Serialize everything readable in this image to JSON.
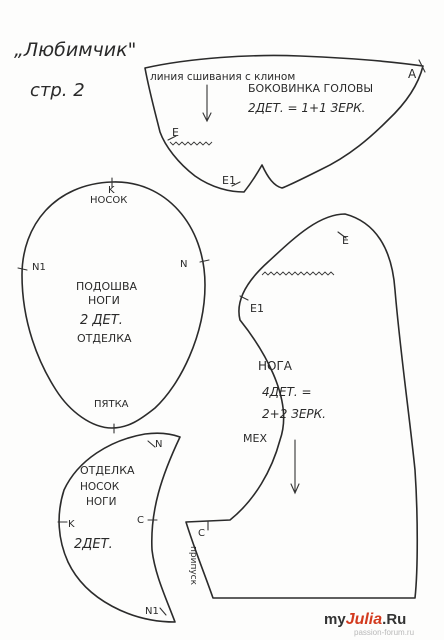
{
  "sheet": {
    "title": "„Любимчик\"",
    "page": "стр. 2"
  },
  "head_side": {
    "seam_line": "линия сшивания с клином",
    "name": "БОКОВИНКА ГОЛОВЫ",
    "count": "2ДЕТ. = 1+1 ЗЕРК.",
    "mark_a": "A",
    "mark_e": "E",
    "mark_e1": "E1"
  },
  "sole": {
    "name_1": "ПОДОШВА",
    "name_2": "НОГИ",
    "count": "2 ДЕТ.",
    "material": "ОТДЕЛКА",
    "toe": "НОСОК",
    "heel": "ПЯТКА",
    "mark_k": "K",
    "mark_n": "N",
    "mark_n1": "N1"
  },
  "leg": {
    "name": "НОГА",
    "count_1": "4ДЕТ. =",
    "count_2": "2+2 ЗЕРК.",
    "material": "МЕХ",
    "mark_e": "E",
    "mark_e1": "E1",
    "mark_c": "C",
    "allowance": "припуск"
  },
  "toe_part": {
    "material": "ОТДЕЛКА",
    "name_1": "НОСОК",
    "name_2": "НОГИ",
    "count": "2ДЕТ.",
    "mark_k": "K",
    "mark_c": "C",
    "mark_n": "N",
    "mark_n1": "N1"
  },
  "watermark": {
    "my": "my",
    "julia": "Julia",
    "ru": ".Ru",
    "sub": "passion-forum.ru"
  },
  "colors": {
    "ink": "#2b2b2b",
    "paper": "#fdfdfc",
    "watermark_accent": "#d33a1e"
  }
}
